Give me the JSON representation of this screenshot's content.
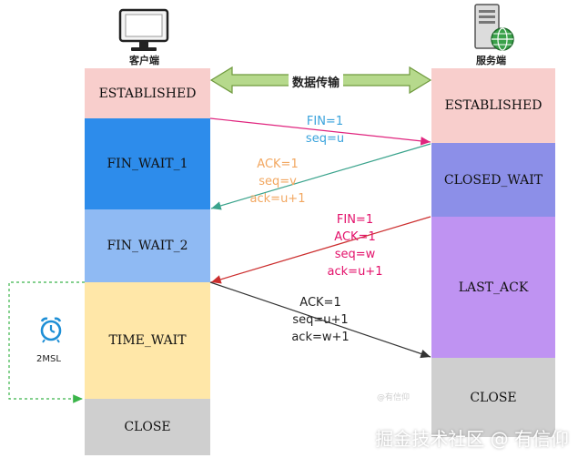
{
  "client": {
    "caption": "客户端",
    "states": [
      {
        "label": "ESTABLISHED",
        "color": "#f8cecc"
      },
      {
        "label": "FIN_WAIT_1",
        "color": "#2d8ceb"
      },
      {
        "label": "FIN_WAIT_2",
        "color": "#8fbaf3"
      },
      {
        "label": "TIME_WAIT",
        "color": "#ffe7a8"
      },
      {
        "label": "CLOSE",
        "color": "#cfcfcf"
      }
    ]
  },
  "server": {
    "caption": "服务端",
    "states": [
      {
        "label": "ESTABLISHED",
        "color": "#f8cecc"
      },
      {
        "label": "CLOSED_WAIT",
        "color": "#8c8fe8"
      },
      {
        "label": "LAST_ACK",
        "color": "#bf93f2"
      },
      {
        "label": "CLOSE",
        "color": "#cfcfcf"
      }
    ]
  },
  "data_transfer": {
    "label": "数据传输",
    "color": "#b6d98c"
  },
  "messages": [
    {
      "lines": [
        "FIN=1",
        "seq=u"
      ],
      "color": "#3aa3dc",
      "arrow_color": "#e0247e"
    },
    {
      "lines": [
        "ACK=1",
        "seq=v",
        "ack=u+1"
      ],
      "color": "#f2a760",
      "arrow_color": "#3aa38c"
    },
    {
      "lines": [
        "FIN=1",
        "ACK=1",
        "seq=w",
        "ack=u+1"
      ],
      "color": "#e3126b",
      "arrow_color": "#cc2e2e"
    },
    {
      "lines": [
        "ACK=1",
        "seq=u+1",
        "ack=w+1"
      ],
      "color": "#222222",
      "arrow_color": "#333333"
    }
  ],
  "timer": {
    "label": "2MSL",
    "color": "#3bb54a"
  },
  "watermark": "掘金技术社区 @ 有信仰",
  "faint_mark": "@有信仰"
}
